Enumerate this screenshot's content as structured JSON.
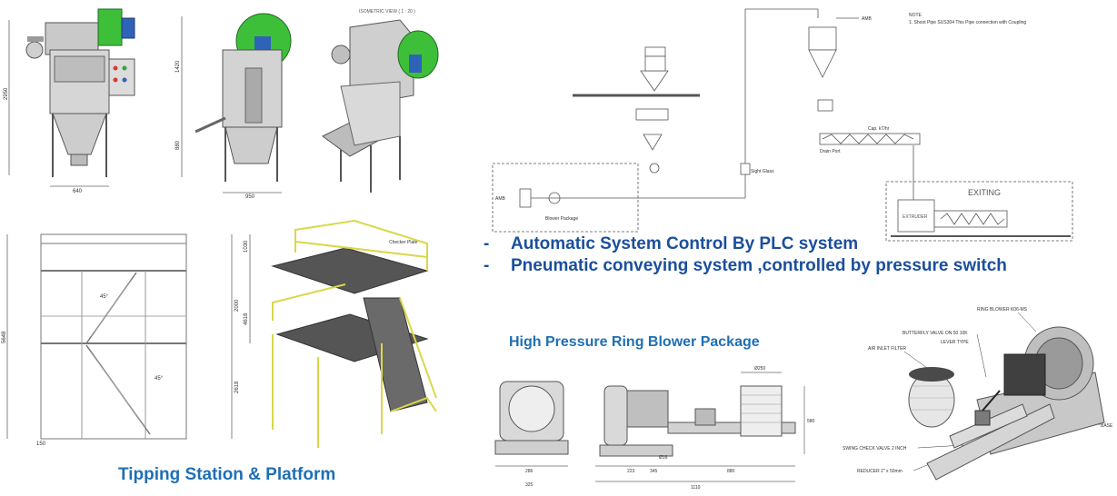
{
  "captions": {
    "tipping": "Tipping Station & Platform",
    "blower": "High Pressure Ring Blower Package"
  },
  "bullets": [
    "Automatic System Control By PLC system",
    "Pneumatic conveying system ,controlled by pressure switch"
  ],
  "tipping_views": {
    "iso_title": "ISOMETRIC VIEW ( 1 : 20 )",
    "dims": [
      "2950",
      "1420",
      "880",
      "640",
      "950"
    ]
  },
  "platform": {
    "dims": [
      "1030",
      "2000",
      "4618",
      "2618",
      "5648",
      "150"
    ],
    "angles": [
      "45°",
      "45°"
    ],
    "label_checker": "Checker Plate"
  },
  "pid": {
    "note_title": "NOTE",
    "note_text": "1. Shoot Pipe SUS304 This Pipe connection with Coupling",
    "amb_right": "AMB",
    "amb_left": "AMB",
    "blower_package": "Blower Package",
    "sight_glass": "Sight Glass",
    "drain_port": "Drain Port",
    "cap": "Cap. kT/hr",
    "exiting": "EXITING",
    "extruder": "EXTRUDER"
  },
  "blower_drawing": {
    "dims": [
      "286",
      "325",
      "223",
      "345",
      "1110",
      "880",
      "Ø250",
      "Ø16",
      "580"
    ]
  },
  "blower_iso": {
    "labels": {
      "ring_blower": "RING BLOWER K06-MS",
      "butterfly": "BUTTERFLY VALVE ON 50 10K",
      "lever": "LEVER TYPE",
      "filter": "AIR INLET FILTER",
      "base": "BASE",
      "swing": "SWING CHECK VALVE 2 INCH",
      "reducer": "REDUCER 2\" x 50mm"
    }
  }
}
